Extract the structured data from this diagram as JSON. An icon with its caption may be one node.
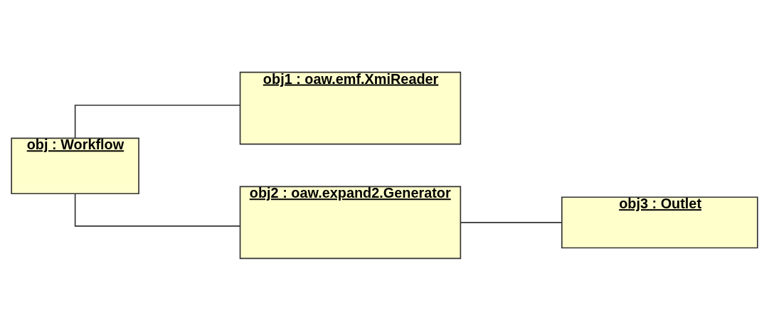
{
  "diagram": {
    "nodes": [
      {
        "text": [
          "obj : Workflow"
        ]
      },
      {
        "text": [
          "obj1 : oaw.emf.XmiReader"
        ]
      },
      {
        "text": [
          "obj2 : oaw.expand2.Generator"
        ]
      },
      {
        "text": [
          "obj3 : Outlet"
        ]
      }
    ],
    "edges": [
      {
        "from": 0,
        "to": 1,
        "arrow": "none"
      },
      {
        "from": 0,
        "to": 2,
        "arrow": "none"
      },
      {
        "from": 2,
        "to": 3,
        "arrow": "none"
      }
    ]
  }
}
